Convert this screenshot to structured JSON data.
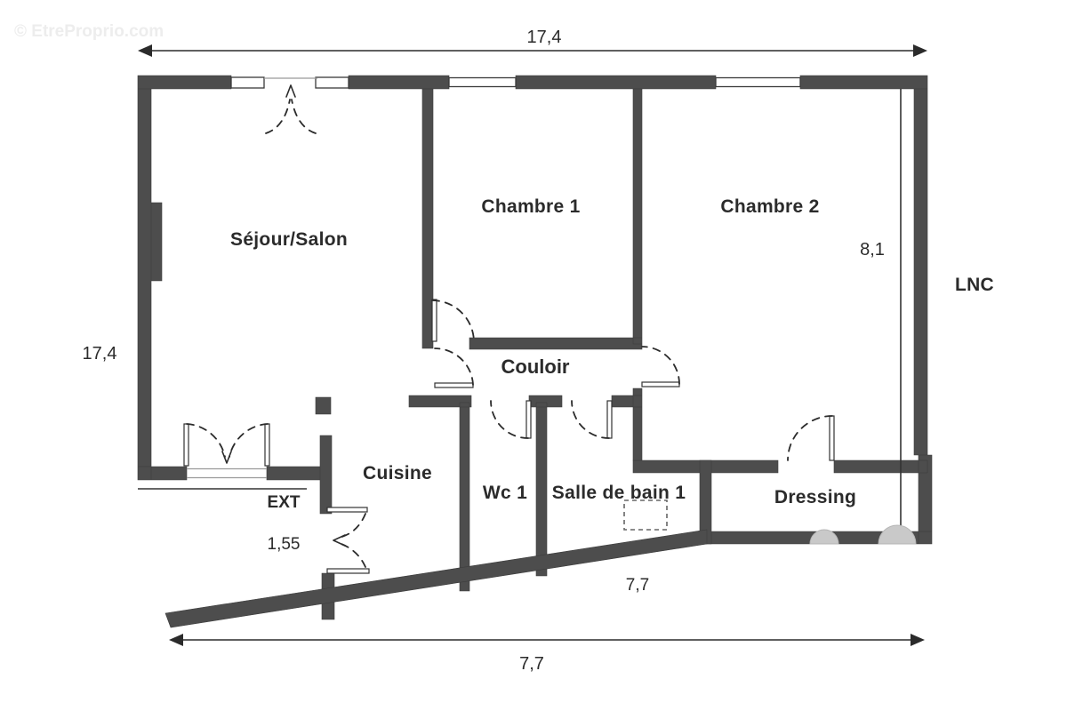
{
  "watermark": "© EtreProprio.com",
  "rooms": {
    "sejour": "Séjour/Salon",
    "chambre1": "Chambre 1",
    "chambre2": "Chambre 2",
    "couloir": "Couloir",
    "cuisine": "Cuisine",
    "wc1": "Wc 1",
    "salle_de_bain1": "Salle de bain 1",
    "dressing": "Dressing"
  },
  "annotations": {
    "ext": "EXT",
    "lnc": "LNC"
  },
  "dimensions": {
    "top_width": "17,4",
    "left_height": "17,4",
    "chambre2_value": "8,1",
    "ext_passage": "1,55",
    "diagonal_wall": "7,7",
    "bottom_width": "7,7"
  },
  "colors": {
    "wall": "#4d4d4d",
    "text": "#2b2b2b",
    "fixture": "#c9c9c9",
    "watermark": "#ededed",
    "background": "#ffffff"
  }
}
